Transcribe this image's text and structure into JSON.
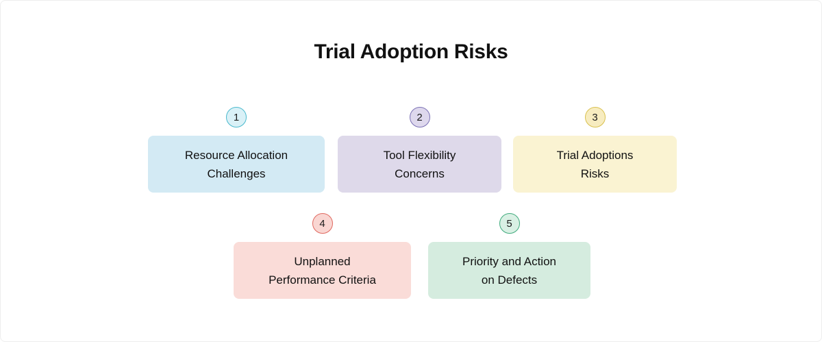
{
  "title": "Trial Adoption Risks",
  "cards": [
    {
      "number": "1",
      "lines": [
        "Resource Allocation",
        "Challenges"
      ],
      "card_bg": "#d3eaf4",
      "badge_bg": "#daf1f7",
      "badge_border": "#49b9cd"
    },
    {
      "number": "2",
      "lines": [
        "Tool Flexibility",
        "Concerns"
      ],
      "card_bg": "#ded9ea",
      "badge_bg": "#ded8ed",
      "badge_border": "#7a70b4"
    },
    {
      "number": "3",
      "lines": [
        "Trial Adoptions",
        "Risks"
      ],
      "card_bg": "#faf3d2",
      "badge_bg": "#f7ecc0",
      "badge_border": "#d9c14e"
    },
    {
      "number": "4",
      "lines": [
        "Unplanned",
        "Performance Criteria"
      ],
      "card_bg": "#fadcd8",
      "badge_bg": "#f9d6d2",
      "badge_border": "#e0685f"
    },
    {
      "number": "5",
      "lines": [
        "Priority and Action",
        "on Defects"
      ],
      "card_bg": "#d5ecdf",
      "badge_bg": "#d9f0e4",
      "badge_border": "#3faa7c"
    }
  ]
}
